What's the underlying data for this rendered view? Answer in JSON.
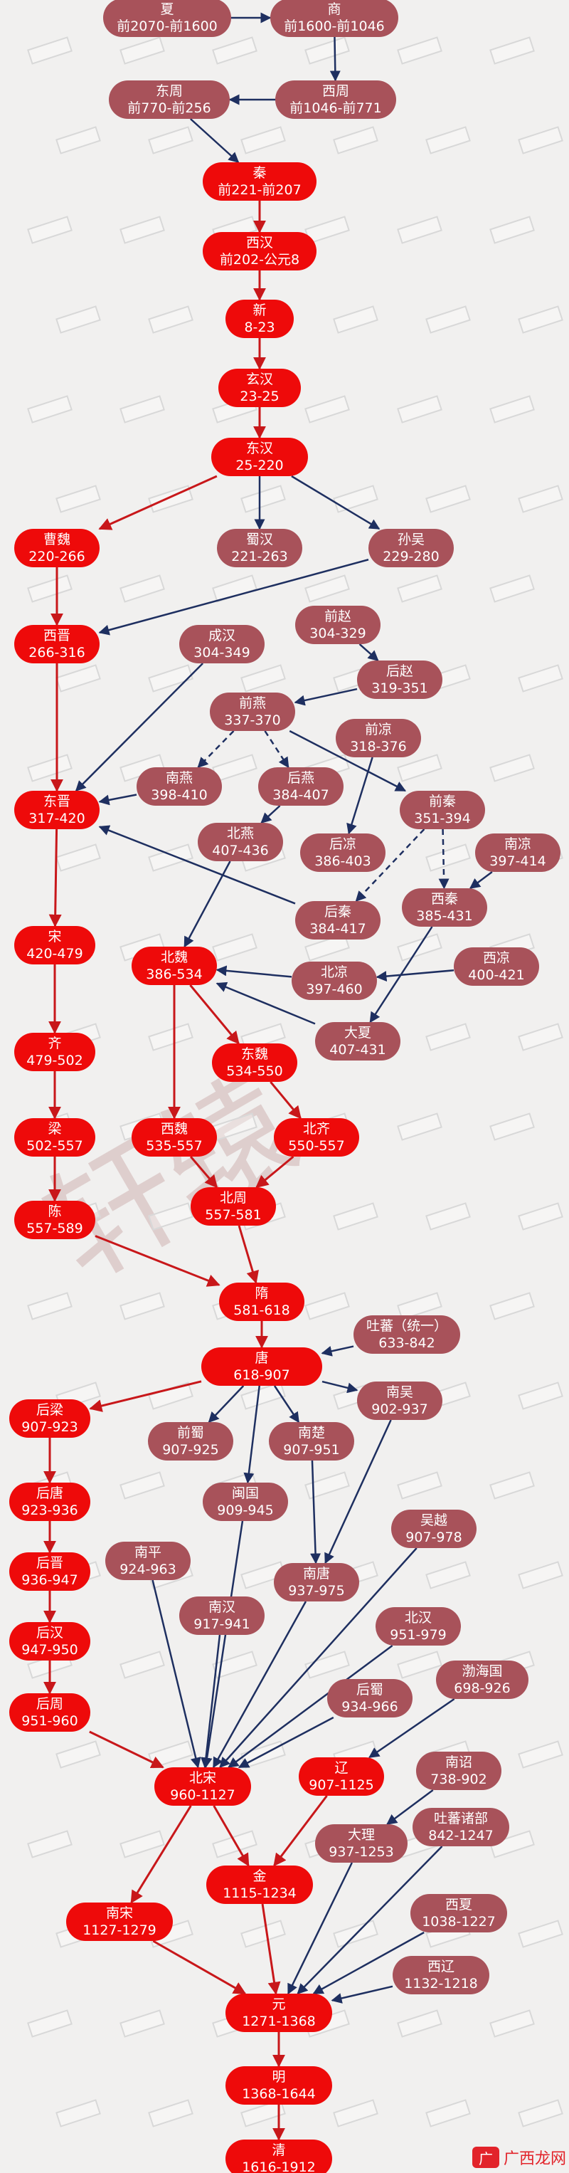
{
  "nodes": [
    {
      "id": "xia",
      "name": "夏",
      "dates": "前2070-前1600",
      "kind": "minor"
    },
    {
      "id": "shang",
      "name": "商",
      "dates": "前1600-前1046",
      "kind": "minor"
    },
    {
      "id": "dongzhou",
      "name": "东周",
      "dates": "前770-前256",
      "kind": "minor"
    },
    {
      "id": "xizhou",
      "name": "西周",
      "dates": "前1046-前771",
      "kind": "minor"
    },
    {
      "id": "qin",
      "name": "秦",
      "dates": "前221-前207",
      "kind": "main"
    },
    {
      "id": "xihan",
      "name": "西汉",
      "dates": "前202-公元8",
      "kind": "main"
    },
    {
      "id": "xin",
      "name": "新",
      "dates": "8-23",
      "kind": "main"
    },
    {
      "id": "xuanhan",
      "name": "玄汉",
      "dates": "23-25",
      "kind": "main"
    },
    {
      "id": "donghan",
      "name": "东汉",
      "dates": "25-220",
      "kind": "main"
    },
    {
      "id": "caowei",
      "name": "曹魏",
      "dates": "220-266",
      "kind": "main"
    },
    {
      "id": "shuhan",
      "name": "蜀汉",
      "dates": "221-263",
      "kind": "minor"
    },
    {
      "id": "sunwu",
      "name": "孙吴",
      "dates": "229-280",
      "kind": "minor"
    },
    {
      "id": "xijin",
      "name": "西晋",
      "dates": "266-316",
      "kind": "main"
    },
    {
      "id": "chenghan",
      "name": "成汉",
      "dates": "304-349",
      "kind": "minor"
    },
    {
      "id": "qianzhao",
      "name": "前赵",
      "dates": "304-329",
      "kind": "minor"
    },
    {
      "id": "houzhao",
      "name": "后赵",
      "dates": "319-351",
      "kind": "minor"
    },
    {
      "id": "qianyan",
      "name": "前燕",
      "dates": "337-370",
      "kind": "minor"
    },
    {
      "id": "qianliang",
      "name": "前凉",
      "dates": "318-376",
      "kind": "minor"
    },
    {
      "id": "dongjin",
      "name": "东晋",
      "dates": "317-420",
      "kind": "main"
    },
    {
      "id": "nanyan",
      "name": "南燕",
      "dates": "398-410",
      "kind": "minor"
    },
    {
      "id": "houyan",
      "name": "后燕",
      "dates": "384-407",
      "kind": "minor"
    },
    {
      "id": "qianqin",
      "name": "前秦",
      "dates": "351-394",
      "kind": "minor"
    },
    {
      "id": "beiyan",
      "name": "北燕",
      "dates": "407-436",
      "kind": "minor"
    },
    {
      "id": "houliang",
      "name": "后凉",
      "dates": "386-403",
      "kind": "minor"
    },
    {
      "id": "nanliang",
      "name": "南凉",
      "dates": "397-414",
      "kind": "minor"
    },
    {
      "id": "houqin",
      "name": "后秦",
      "dates": "384-417",
      "kind": "minor"
    },
    {
      "id": "xiqin",
      "name": "西秦",
      "dates": "385-431",
      "kind": "minor"
    },
    {
      "id": "song",
      "name": "宋",
      "dates": "420-479",
      "kind": "main"
    },
    {
      "id": "beiwei",
      "name": "北魏",
      "dates": "386-534",
      "kind": "main"
    },
    {
      "id": "beiliang",
      "name": "北凉",
      "dates": "397-460",
      "kind": "minor"
    },
    {
      "id": "xiliang",
      "name": "西凉",
      "dates": "400-421",
      "kind": "minor"
    },
    {
      "id": "daxia",
      "name": "大夏",
      "dates": "407-431",
      "kind": "minor"
    },
    {
      "id": "qi",
      "name": "齐",
      "dates": "479-502",
      "kind": "main"
    },
    {
      "id": "dongwei",
      "name": "东魏",
      "dates": "534-550",
      "kind": "main"
    },
    {
      "id": "liang",
      "name": "梁",
      "dates": "502-557",
      "kind": "main"
    },
    {
      "id": "xiwei",
      "name": "西魏",
      "dates": "535-557",
      "kind": "main"
    },
    {
      "id": "beiqi",
      "name": "北齐",
      "dates": "550-557",
      "kind": "main"
    },
    {
      "id": "chen",
      "name": "陈",
      "dates": "557-589",
      "kind": "main"
    },
    {
      "id": "beizhou",
      "name": "北周",
      "dates": "557-581",
      "kind": "main"
    },
    {
      "id": "sui",
      "name": "隋",
      "dates": "581-618",
      "kind": "main"
    },
    {
      "id": "tubo",
      "name": "吐蕃（统一）",
      "dates": "633-842",
      "kind": "minor"
    },
    {
      "id": "tang",
      "name": "唐",
      "dates": "618-907",
      "kind": "main"
    },
    {
      "id": "houliang2",
      "name": "后梁",
      "dates": "907-923",
      "kind": "main"
    },
    {
      "id": "nanwu",
      "name": "南吴",
      "dates": "902-937",
      "kind": "minor"
    },
    {
      "id": "qianshu",
      "name": "前蜀",
      "dates": "907-925",
      "kind": "minor"
    },
    {
      "id": "nanchu",
      "name": "南楚",
      "dates": "907-951",
      "kind": "minor"
    },
    {
      "id": "houtang",
      "name": "后唐",
      "dates": "923-936",
      "kind": "main"
    },
    {
      "id": "minguo",
      "name": "闽国",
      "dates": "909-945",
      "kind": "minor"
    },
    {
      "id": "wuyue",
      "name": "吴越",
      "dates": "907-978",
      "kind": "minor"
    },
    {
      "id": "houjin",
      "name": "后晋",
      "dates": "936-947",
      "kind": "main"
    },
    {
      "id": "nanping",
      "name": "南平",
      "dates": "924-963",
      "kind": "minor"
    },
    {
      "id": "nantang",
      "name": "南唐",
      "dates": "937-975",
      "kind": "minor"
    },
    {
      "id": "nanhan",
      "name": "南汉",
      "dates": "917-941",
      "kind": "minor"
    },
    {
      "id": "beihan",
      "name": "北汉",
      "dates": "951-979",
      "kind": "minor"
    },
    {
      "id": "houhan",
      "name": "后汉",
      "dates": "947-950",
      "kind": "main"
    },
    {
      "id": "bohai",
      "name": "渤海国",
      "dates": "698-926",
      "kind": "minor"
    },
    {
      "id": "houshu",
      "name": "后蜀",
      "dates": "934-966",
      "kind": "minor"
    },
    {
      "id": "houzhou",
      "name": "后周",
      "dates": "951-960",
      "kind": "main"
    },
    {
      "id": "liao",
      "name": "辽",
      "dates": "907-1125",
      "kind": "main"
    },
    {
      "id": "nanzhao",
      "name": "南诏",
      "dates": "738-902",
      "kind": "minor"
    },
    {
      "id": "beisong",
      "name": "北宋",
      "dates": "960-1127",
      "kind": "main"
    },
    {
      "id": "tubozhubu",
      "name": "吐蕃诸部",
      "dates": "842-1247",
      "kind": "minor"
    },
    {
      "id": "dali",
      "name": "大理",
      "dates": "937-1253",
      "kind": "minor"
    },
    {
      "id": "jin",
      "name": "金",
      "dates": "1115-1234",
      "kind": "main"
    },
    {
      "id": "xixia",
      "name": "西夏",
      "dates": "1038-1227",
      "kind": "minor"
    },
    {
      "id": "nansong",
      "name": "南宋",
      "dates": "1127-1279",
      "kind": "main"
    },
    {
      "id": "xiliao",
      "name": "西辽",
      "dates": "1132-1218",
      "kind": "minor"
    },
    {
      "id": "yuan",
      "name": "元",
      "dates": "1271-1368",
      "kind": "main"
    },
    {
      "id": "ming",
      "name": "明",
      "dates": "1368-1644",
      "kind": "main"
    },
    {
      "id": "qing",
      "name": "清",
      "dates": "1616-1912",
      "kind": "main"
    }
  ],
  "edges": [
    {
      "from": "xia",
      "to": "shang",
      "kind": "blue"
    },
    {
      "from": "shang",
      "to": "xizhou",
      "kind": "blue"
    },
    {
      "from": "xizhou",
      "to": "dongzhou",
      "kind": "blue"
    },
    {
      "from": "dongzhou",
      "to": "qin",
      "kind": "blue"
    },
    {
      "from": "qin",
      "to": "xihan",
      "kind": "red"
    },
    {
      "from": "xihan",
      "to": "xin",
      "kind": "red"
    },
    {
      "from": "xin",
      "to": "xuanhan",
      "kind": "red"
    },
    {
      "from": "xuanhan",
      "to": "donghan",
      "kind": "red"
    },
    {
      "from": "donghan",
      "to": "caowei",
      "kind": "red"
    },
    {
      "from": "donghan",
      "to": "shuhan",
      "kind": "blue"
    },
    {
      "from": "donghan",
      "to": "sunwu",
      "kind": "blue"
    },
    {
      "from": "caowei",
      "to": "xijin",
      "kind": "red"
    },
    {
      "from": "sunwu",
      "to": "xijin",
      "kind": "blue"
    },
    {
      "from": "xijin",
      "to": "dongjin",
      "kind": "red"
    },
    {
      "from": "chenghan",
      "to": "dongjin",
      "kind": "blue"
    },
    {
      "from": "qianzhao",
      "to": "houzhao",
      "kind": "blue"
    },
    {
      "from": "houzhao",
      "to": "qianyan",
      "kind": "blue"
    },
    {
      "from": "qianyan",
      "to": "nanyan",
      "kind": "dashed"
    },
    {
      "from": "qianyan",
      "to": "houyan",
      "kind": "dashed"
    },
    {
      "from": "qianyan",
      "to": "qianqin",
      "kind": "blue"
    },
    {
      "from": "qianliang",
      "to": "houliang",
      "kind": "blue"
    },
    {
      "from": "nanyan",
      "to": "dongjin",
      "kind": "blue"
    },
    {
      "from": "houyan",
      "to": "beiyan",
      "kind": "blue"
    },
    {
      "from": "houqin",
      "to": "dongjin",
      "kind": "blue"
    },
    {
      "from": "qianqin",
      "to": "houqin",
      "kind": "dashed"
    },
    {
      "from": "qianqin",
      "to": "xiqin",
      "kind": "dashed"
    },
    {
      "from": "nanliang",
      "to": "xiqin",
      "kind": "blue"
    },
    {
      "from": "dongjin",
      "to": "song",
      "kind": "red"
    },
    {
      "from": "beiyan",
      "to": "beiwei",
      "kind": "blue"
    },
    {
      "from": "xiqin",
      "to": "daxia",
      "kind": "blue"
    },
    {
      "from": "beiliang",
      "to": "beiwei",
      "kind": "blue"
    },
    {
      "from": "xiliang",
      "to": "beiliang",
      "kind": "blue"
    },
    {
      "from": "daxia",
      "to": "beiwei",
      "kind": "blue"
    },
    {
      "from": "song",
      "to": "qi",
      "kind": "red"
    },
    {
      "from": "beiwei",
      "to": "dongwei",
      "kind": "red"
    },
    {
      "from": "beiwei",
      "to": "xiwei",
      "kind": "red"
    },
    {
      "from": "qi",
      "to": "liang",
      "kind": "red"
    },
    {
      "from": "dongwei",
      "to": "beiqi",
      "kind": "red"
    },
    {
      "from": "liang",
      "to": "chen",
      "kind": "red"
    },
    {
      "from": "xiwei",
      "to": "beizhou",
      "kind": "red"
    },
    {
      "from": "beiqi",
      "to": "beizhou",
      "kind": "red"
    },
    {
      "from": "chen",
      "to": "sui",
      "kind": "red"
    },
    {
      "from": "beizhou",
      "to": "sui",
      "kind": "red"
    },
    {
      "from": "sui",
      "to": "tang",
      "kind": "red"
    },
    {
      "from": "tubo",
      "to": "tang",
      "kind": "blue"
    },
    {
      "from": "tang",
      "to": "houliang2",
      "kind": "red"
    },
    {
      "from": "tang",
      "to": "nanwu",
      "kind": "blue"
    },
    {
      "from": "tang",
      "to": "qianshu",
      "kind": "blue"
    },
    {
      "from": "tang",
      "to": "nanchu",
      "kind": "blue"
    },
    {
      "from": "tang",
      "to": "minguo",
      "kind": "blue"
    },
    {
      "from": "houliang2",
      "to": "houtang",
      "kind": "red"
    },
    {
      "from": "houtang",
      "to": "houjin",
      "kind": "red"
    },
    {
      "from": "houjin",
      "to": "houhan",
      "kind": "red"
    },
    {
      "from": "houhan",
      "to": "houzhou",
      "kind": "red"
    },
    {
      "from": "houzhou",
      "to": "beisong",
      "kind": "red"
    },
    {
      "from": "nanwu",
      "to": "nantang",
      "kind": "blue"
    },
    {
      "from": "nanchu",
      "to": "nantang",
      "kind": "blue"
    },
    {
      "from": "nanping",
      "to": "beisong",
      "kind": "blue"
    },
    {
      "from": "nanhan",
      "to": "beisong",
      "kind": "blue"
    },
    {
      "from": "minguo",
      "to": "beisong",
      "kind": "blue"
    },
    {
      "from": "nantang",
      "to": "beisong",
      "kind": "blue"
    },
    {
      "from": "wuyue",
      "to": "beisong",
      "kind": "blue"
    },
    {
      "from": "beihan",
      "to": "beisong",
      "kind": "blue"
    },
    {
      "from": "houshu",
      "to": "beisong",
      "kind": "blue"
    },
    {
      "from": "bohai",
      "to": "liao",
      "kind": "blue"
    },
    {
      "from": "nanzhao",
      "to": "dali",
      "kind": "blue"
    },
    {
      "from": "beisong",
      "to": "jin",
      "kind": "red"
    },
    {
      "from": "beisong",
      "to": "nansong",
      "kind": "red"
    },
    {
      "from": "liao",
      "to": "jin",
      "kind": "red"
    },
    {
      "from": "jin",
      "to": "yuan",
      "kind": "red"
    },
    {
      "from": "nansong",
      "to": "yuan",
      "kind": "red"
    },
    {
      "from": "dali",
      "to": "yuan",
      "kind": "blue"
    },
    {
      "from": "tubozhubu",
      "to": "yuan",
      "kind": "blue"
    },
    {
      "from": "xixia",
      "to": "yuan",
      "kind": "blue"
    },
    {
      "from": "xiliao",
      "to": "yuan",
      "kind": "blue"
    },
    {
      "from": "yuan",
      "to": "ming",
      "kind": "red"
    },
    {
      "from": "ming",
      "to": "qing",
      "kind": "red"
    }
  ],
  "colors": {
    "main": "#ee0a0a",
    "minor": "#a8525a",
    "red_edge": "#c8171a",
    "blue_edge": "#1e2f60"
  },
  "watermark": "轩辕",
  "brand": {
    "logo": "广",
    "text": "广西龙网"
  }
}
